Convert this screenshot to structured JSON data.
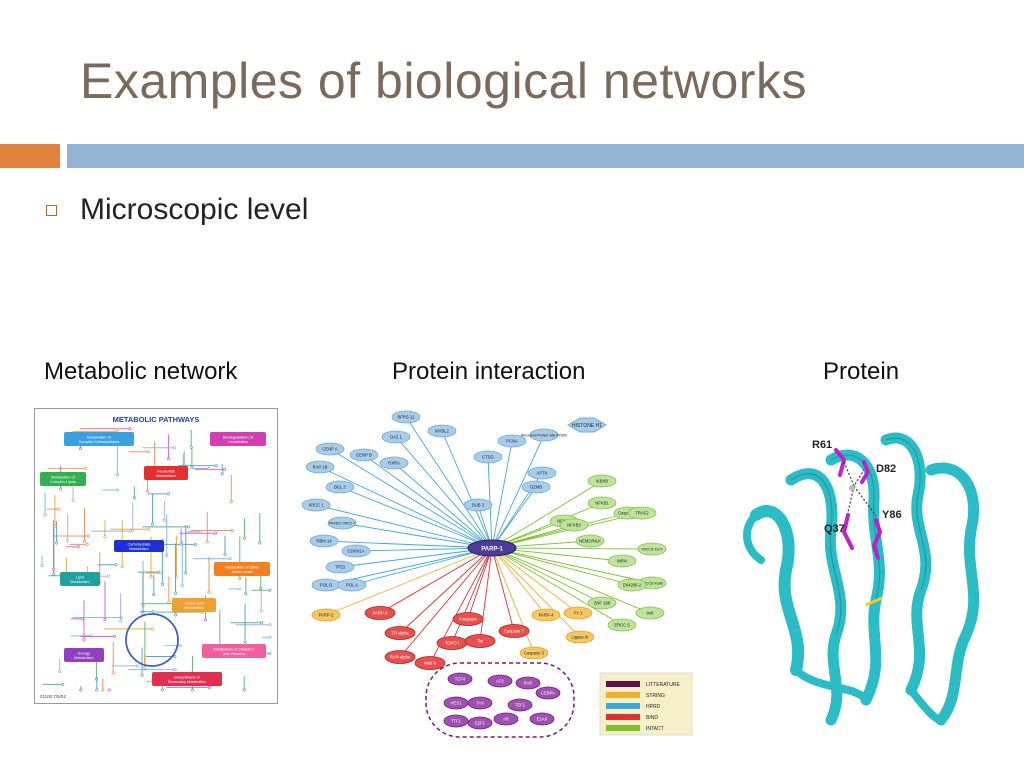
{
  "slide": {
    "title": "Examples of biological networks",
    "bullet": "Microscopic level",
    "captions": {
      "metabolic": "Metabolic network",
      "protein_interaction": "Protein interaction",
      "protein": "Protein"
    }
  },
  "metabolic_map": {
    "heading": "METABOLIC PATHWAYS",
    "footer": "01100  7/5/02",
    "boxes": [
      {
        "label": "Metabolism of Complex Carbohydrates",
        "color": "#3aa0e0"
      },
      {
        "label": "Biodegradation of Xenobiotics",
        "color": "#d040b0"
      },
      {
        "label": "Nucleotide Metabolism",
        "color": "#e03030"
      },
      {
        "label": "Metabolism of Complex Lipids",
        "color": "#30b050"
      },
      {
        "label": "Carbohydrate Metabolism",
        "color": "#2030d0"
      },
      {
        "label": "Lipid Metabolism",
        "color": "#20a0a0"
      },
      {
        "label": "Metabolism of Other Amino Acids",
        "color": "#f08020"
      },
      {
        "label": "Amino Acid Metabolism",
        "color": "#f0a030"
      },
      {
        "label": "Energy Metabolism",
        "color": "#9040c0"
      },
      {
        "label": "Metabolism of Cofactors and Vitamins",
        "color": "#f060a0"
      },
      {
        "label": "Biosynthesis of Secondary Metabolites",
        "color": "#e03050"
      }
    ]
  },
  "ppi": {
    "hub": "PARP-1",
    "blue_nodes": [
      "BFRS 12",
      "MYBL2",
      "DAZ 1",
      "CENP A",
      "CENP B",
      "RXRA",
      "RAP 1B",
      "BCL 2",
      "XRCC 1",
      "PRKDC/ XRCC 7",
      "RBM 14",
      "CDKN1A",
      "TP53",
      "POL B",
      "POL A",
      "BUB 3",
      "PCNA",
      "Ribosomal Protein S6k RPS6K",
      "APTX",
      "CTSG",
      "GZMB"
    ],
    "green_nodes": [
      "IKBKB",
      "NFKB1",
      "Caspase 1",
      "NFKB2",
      "NFKB3",
      "TRAF2",
      "NEMO/NLK",
      "XRCC5/ Ku70",
      "WRN",
      "XRCC6/ Ku86",
      "D04206-2",
      "ZNF 198",
      "ERCC 5",
      "trafi"
    ],
    "orange_nodes": [
      "PARP-2",
      "PARP-4",
      "YY 1",
      "Ligase III",
      "Caspase 3"
    ],
    "red_nodes": [
      "PARP-3",
      "TR-alpha",
      "RAR-alpha",
      "TOPO I",
      "Integrase",
      "Tat",
      "Caspase 7",
      "Mod 6"
    ],
    "purple_nodes": [
      "TCF4",
      "AP2",
      "RAR",
      "CEBPA",
      "HES1",
      "TAX",
      "TEF1",
      "TTF1",
      "E2F1",
      "AR",
      "E2AX"
    ],
    "hexagon": "HISTONE H1",
    "legend": [
      {
        "label": "LITTERATURE",
        "color": "#5a1050"
      },
      {
        "label": "STRING",
        "color": "#f0b030"
      },
      {
        "label": "HPRD",
        "color": "#40a8d8"
      },
      {
        "label": "BIND",
        "color": "#e03030"
      },
      {
        "label": "INTACT",
        "color": "#80c030"
      }
    ]
  },
  "protein_structure": {
    "residues": [
      "R61",
      "D82",
      "Q37",
      "Y86"
    ],
    "ribbon_color": "#30c8d0",
    "sidechain_color": "#c020c8"
  }
}
